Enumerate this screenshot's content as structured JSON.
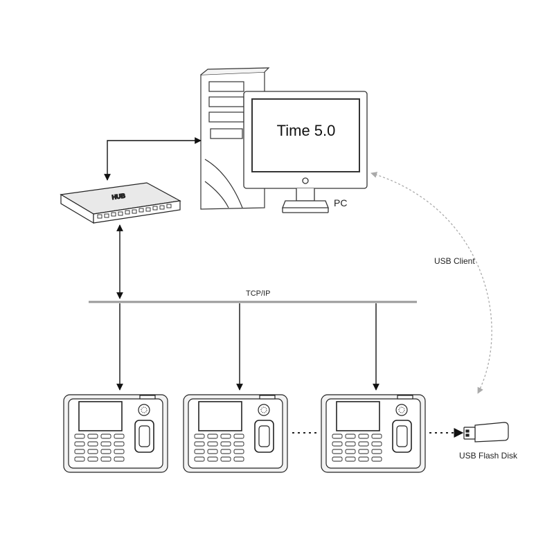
{
  "pc": {
    "screen_text": "Time 5.0",
    "label": "PC"
  },
  "hub": {
    "label": "HUB"
  },
  "network": {
    "label": "TCP/IP"
  },
  "usb_link": {
    "label": "USB Client"
  },
  "usb_disk": {
    "label": "USB Flash Disk"
  },
  "colors": {
    "line": "#111111",
    "bus": "#9a9a9a",
    "dashed": "#a8a8a8"
  }
}
